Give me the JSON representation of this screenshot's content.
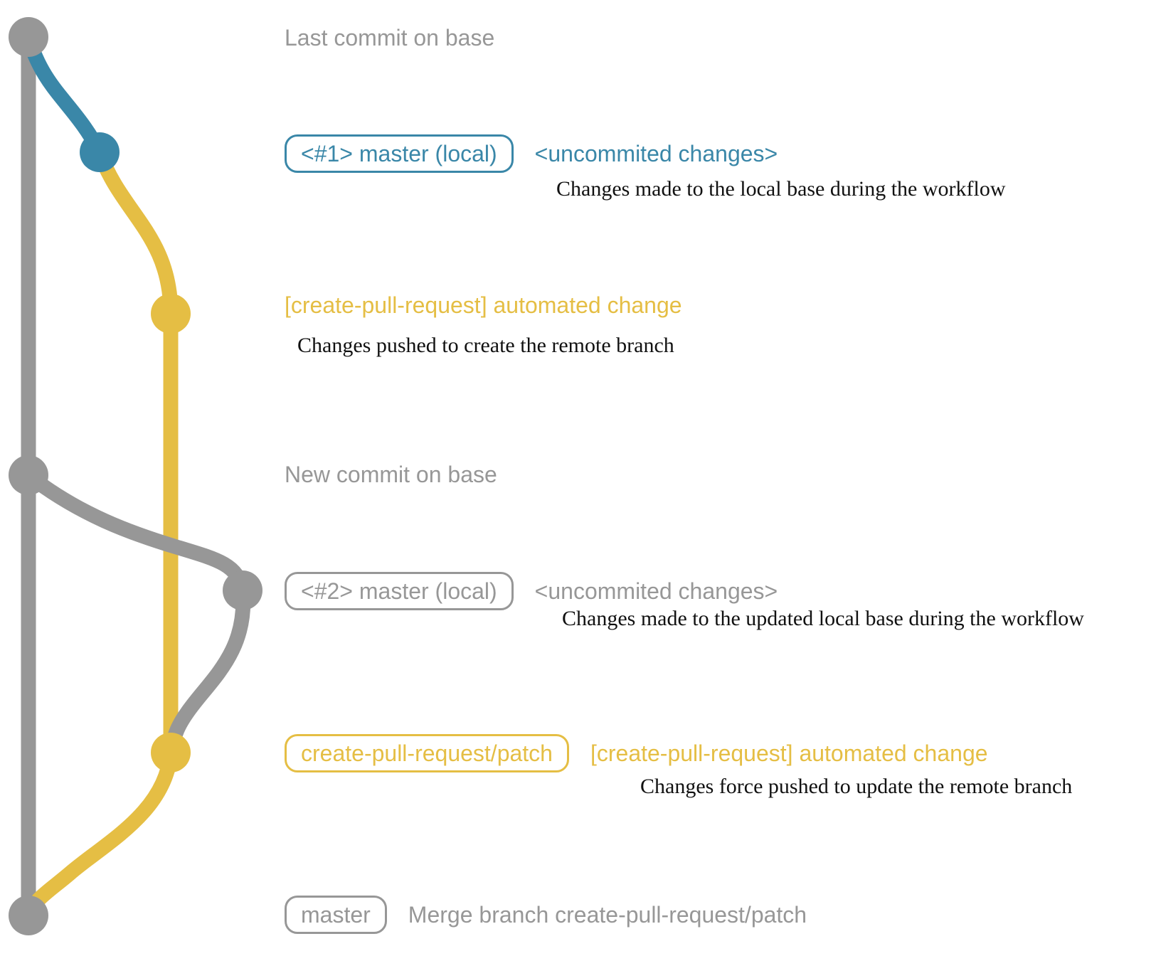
{
  "palette": {
    "gray": "#979797",
    "blue": "#3a87a8",
    "yellow": "#e5be44",
    "ink": "#111111",
    "bg": "#ffffff"
  },
  "graph": {
    "branches": [
      "master (base)",
      "local temp branch",
      "create-pull-request/patch",
      "updated local temp branch"
    ],
    "dot_semantics": [
      "last commit on base (gray)",
      "local uncommitted-changes commit #1 (blue)",
      "automated change pushed to remote branch (yellow)",
      "new commit on base (gray)",
      "local uncommitted-changes commit #2 (gray)",
      "automated change force pushed (yellow)",
      "merge commit on master (gray)"
    ]
  },
  "rows": [
    {
      "message": "Last commit on base"
    },
    {
      "badge": "<#1> master (local)",
      "message": "<uncommited changes>",
      "description": "Changes made to the local base during the workflow"
    },
    {
      "message": "[create-pull-request] automated change",
      "description": "Changes pushed to create the remote branch"
    },
    {
      "message": "New commit on base"
    },
    {
      "badge": "<#2> master (local)",
      "message": "<uncommited changes>",
      "description": "Changes made to the updated local base during the workflow"
    },
    {
      "badge": "create-pull-request/patch",
      "message": "[create-pull-request] automated change",
      "description": "Changes force pushed to update the remote branch"
    },
    {
      "badge": "master",
      "message": "Merge branch create-pull-request/patch"
    }
  ]
}
